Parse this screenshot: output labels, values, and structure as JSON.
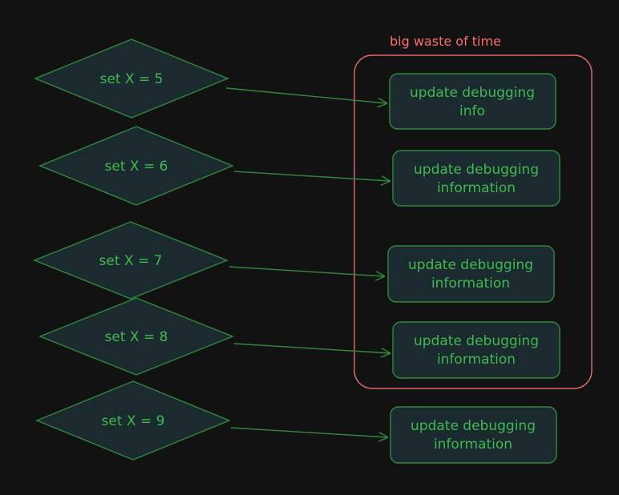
{
  "colors": {
    "background": "#121212",
    "node_stroke": "#2f8a3c",
    "node_fill": "#1b2a2e",
    "text": "#3fb950",
    "arrow": "#2f8a3c",
    "frame": "#e06b6b"
  },
  "frame": {
    "label": "big waste of time"
  },
  "decisions": [
    {
      "label": "set X = 5"
    },
    {
      "label": "set X = 6"
    },
    {
      "label": "set X = 7"
    },
    {
      "label": "set X = 8"
    },
    {
      "label": "set X = 9"
    }
  ],
  "actions": [
    {
      "lines": [
        "update debugging",
        "info"
      ]
    },
    {
      "lines": [
        "update debugging",
        "information"
      ]
    },
    {
      "lines": [
        "update debugging",
        "information"
      ]
    },
    {
      "lines": [
        "update debugging",
        "information"
      ]
    },
    {
      "lines": [
        "update debugging",
        "information"
      ]
    }
  ]
}
